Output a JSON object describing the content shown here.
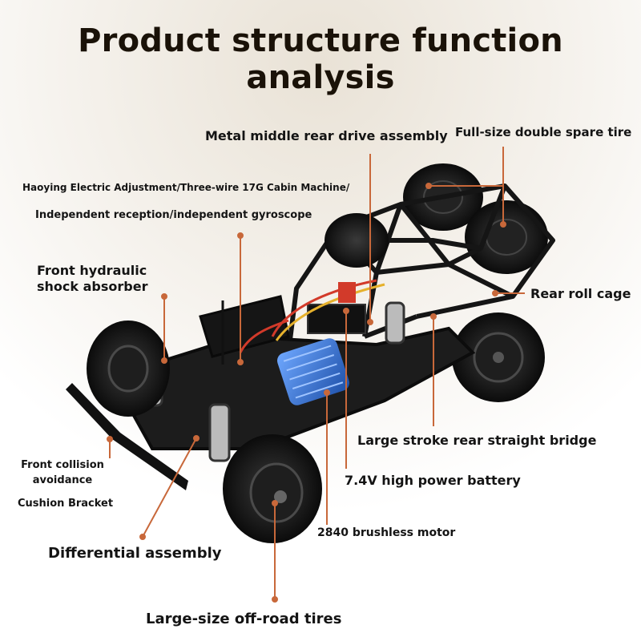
{
  "title": "Product structure function analysis",
  "labels": {
    "metal_rear_drive": "Metal middle rear drive assembly",
    "spare_tire": "Full-size double spare tire",
    "haoying_line1": "Haoying Electric Adjustment/Three-wire 17G Cabin Machine/",
    "haoying_line2": "Independent reception/independent gyroscope",
    "front_shock_line1": "Front hydraulic",
    "front_shock_line2": "shock absorber",
    "rear_roll_cage": "Rear roll cage",
    "rear_bridge": "Large stroke rear straight bridge",
    "battery": "7.4V high power battery",
    "front_collision_line1": "Front collision",
    "front_collision_line2": "avoidance",
    "cushion_bracket": "Cushion Bracket",
    "motor": "2840 brushless motor",
    "differential": "Differential assembly",
    "tires": "Large-size off-road tires"
  },
  "colors": {
    "leader": "#c8683a",
    "chassis": "#151515",
    "motor": "#2b6fd6",
    "accent_red": "#d23a2a"
  }
}
